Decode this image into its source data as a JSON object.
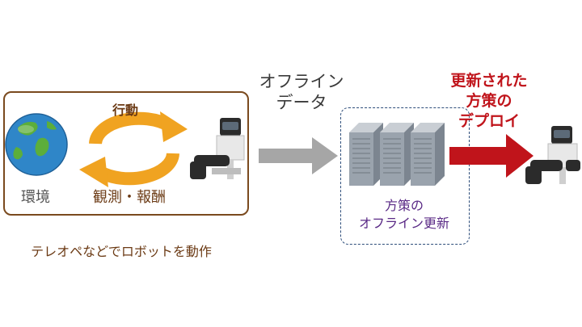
{
  "labels": {
    "action": "行動",
    "environment": "環境",
    "observation_reward": "観測・報酬",
    "offline_data_line1": "オフライン",
    "offline_data_line2": "データ",
    "policy_update_line1": "方策の",
    "policy_update_line2": "オフライン更新",
    "deploy_line1": "更新された",
    "deploy_line2": "方策の",
    "deploy_line3": "デプロイ",
    "teleop_caption": "テレオペなどでロボットを動作"
  },
  "colors": {
    "env_border": "#7a4a1e",
    "cycle_arrow": "#f0a321",
    "gray_arrow": "#a6a6a6",
    "red_arrow": "#c0141b",
    "policy_border": "#2d4d7a",
    "server": "#9aa3ad"
  },
  "icons": [
    "globe-icon",
    "cycle-arrows-icon",
    "robot-icon",
    "server-icon",
    "gray-arrow-icon",
    "red-arrow-icon"
  ]
}
